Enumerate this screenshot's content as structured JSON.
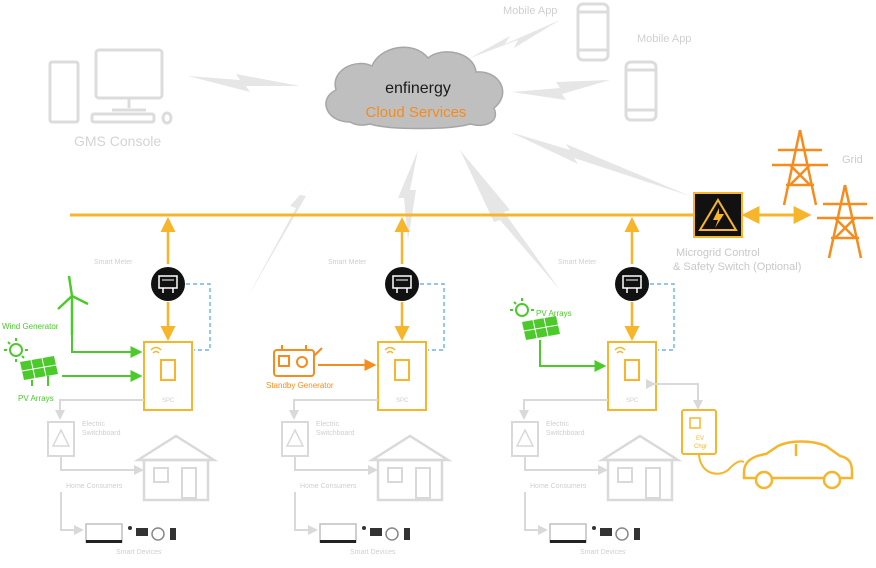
{
  "brand": {
    "logo_text": "enfinergy",
    "cloud_label": "Cloud Services"
  },
  "labels": {
    "mobile_app_1": "Mobile App",
    "mobile_app_2": "Mobile App",
    "gms_console": "GMS Console",
    "grid": "Grid",
    "microgrid_switch_line1": "Microgrid Control",
    "microgrid_switch_line2": "& Safety Switch (Optional)",
    "smart_meter": "Smart Meter",
    "spc": "SPC",
    "wind_generator": "Wind Generator",
    "pv_arrays": "PV Arrays",
    "standby_generator": "Standby Generator",
    "electric_switchboard_line1": "Electric",
    "electric_switchboard_line2": "Switchboard",
    "home_consumers": "Home Consumers",
    "smart_devices": "Smart Devices",
    "ev_charger_line1": "EV",
    "ev_charger_line2": "Chgr"
  },
  "colors": {
    "bus": "#f7b52c",
    "orange": "#f48c1e",
    "green": "#4cca2c",
    "faded": "#d9d9d9",
    "faded_text": "#cfcfcf",
    "dashed": "#4aa8e0",
    "meter_bg": "#111111"
  }
}
